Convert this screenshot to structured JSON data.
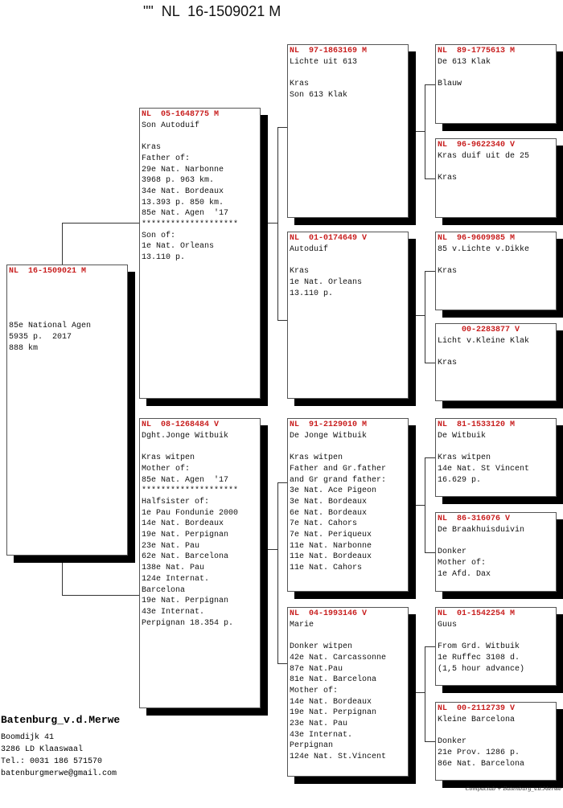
{
  "title": "\"\"  NL  16-1509021 M",
  "boxes": [
    {
      "id": "subject",
      "ring": "NL  16-1509021 M",
      "lines": [
        "",
        "",
        "",
        "",
        "85e National Agen",
        "5935 p.  2017",
        "888 km"
      ]
    },
    {
      "id": "sire",
      "ring": "NL  05-1648775 M",
      "lines": [
        "Son Autoduif",
        "",
        "Kras",
        "Father of:",
        "29e Nat. Narbonne",
        "3968 p. 963 km.",
        "34e Nat. Bordeaux",
        "13.393 p. 850 km.",
        "85e Nat. Agen  '17",
        "********************",
        "Son of:",
        "1e Nat. Orleans",
        "13.110 p."
      ]
    },
    {
      "id": "dam",
      "ring": "NL  08-1268484 V",
      "lines": [
        "Dght.Jonge Witbuik",
        "",
        "Kras witpen",
        "Mother of:",
        "85e Nat. Agen  '17",
        "********************",
        "Halfsister of:",
        "1e Pau Fondunie 2000",
        "14e Nat. Bordeaux",
        "19e Nat. Perpignan",
        "23e Nat. Pau",
        "62e Nat. Barcelona",
        "138e Nat. Pau",
        "124e Internat.",
        "Barcelona",
        "19e Nat. Perpignan",
        "43e Internat.",
        "Perpignan 18.354 p."
      ]
    },
    {
      "id": "ss",
      "ring": "NL  97-1863169 M",
      "lines": [
        "Lichte uit 613",
        "",
        "Kras",
        "Son 613 Klak"
      ]
    },
    {
      "id": "sd",
      "ring": "NL  01-0174649 V",
      "lines": [
        "Autoduif",
        "",
        "Kras",
        "1e Nat. Orleans",
        "13.110 p."
      ]
    },
    {
      "id": "ds",
      "ring": "NL  91-2129010 M",
      "lines": [
        "De Jonge Witbuik",
        "",
        "Kras witpen",
        "Father and Gr.father",
        "and Gr grand father:",
        "3e Nat. Ace Pigeon",
        "3e Nat. Bordeaux",
        "6e Nat. Bordeaux",
        "7e Nat. Cahors",
        "7e Nat. Periqueux",
        "11e Nat. Narbonne",
        "11e Nat. Bordeaux",
        "11e Nat. Cahors"
      ]
    },
    {
      "id": "dd",
      "ring": "NL  04-1993146 V",
      "lines": [
        "Marie",
        "",
        "Donker witpen",
        "42e Nat. Carcassonne",
        "87e Nat.Pau",
        "81e Nat. Barcelona",
        "Mother of:",
        "14e Nat. Bordeaux",
        "19e Nat. Perpignan",
        "23e Nat. Pau",
        "43e Internat.",
        "Perpignan",
        "124e Nat. St.Vincent"
      ]
    },
    {
      "id": "sss",
      "ring": "NL  89-1775613 M",
      "lines": [
        "De 613 Klak",
        "",
        "Blauw"
      ]
    },
    {
      "id": "ssd",
      "ring": "NL  96-9622340 V",
      "lines": [
        "Kras duif uit de 25",
        "",
        "Kras"
      ]
    },
    {
      "id": "sds",
      "ring": "NL  96-9609985 M",
      "lines": [
        "85 v.Lichte v.Dikke",
        "",
        "Kras"
      ]
    },
    {
      "id": "sdd",
      "ring": "     00-2283877 V",
      "lines": [
        "Licht v.Kleine Klak",
        "",
        "Kras"
      ]
    },
    {
      "id": "dss",
      "ring": "NL  81-1533120 M",
      "lines": [
        "De Witbuik",
        "",
        "Kras witpen",
        "14e Nat. St Vincent",
        "16.629 p."
      ]
    },
    {
      "id": "dsd",
      "ring": "NL  86-316076 V",
      "lines": [
        "De Braakhuisduivin",
        "",
        "Donker",
        "Mother of:",
        "1e Afd. Dax"
      ]
    },
    {
      "id": "dds",
      "ring": "NL  01-1542254 M",
      "lines": [
        "Guus",
        "",
        "From Grd. Witbuik",
        "1e Ruffec 3108 d.",
        "(1,5 hour advance)"
      ]
    },
    {
      "id": "ddd",
      "ring": "NL  00-2112739 V",
      "lines": [
        "Kleine Barcelona",
        "",
        "Donker",
        "21e Prov. 1286 p.",
        "86e Nat. Barcelona"
      ]
    }
  ],
  "owner": {
    "name": "Batenburg_v.d.Merwe",
    "address": [
      "Boomdijk 41",
      "3286 LD  Klaaswaal",
      "Tel.: 0031 186 571570",
      "batenburgmerwe@gmail.com"
    ]
  },
  "credit": "Compuclub + Batenburg_v.d.Merwe"
}
